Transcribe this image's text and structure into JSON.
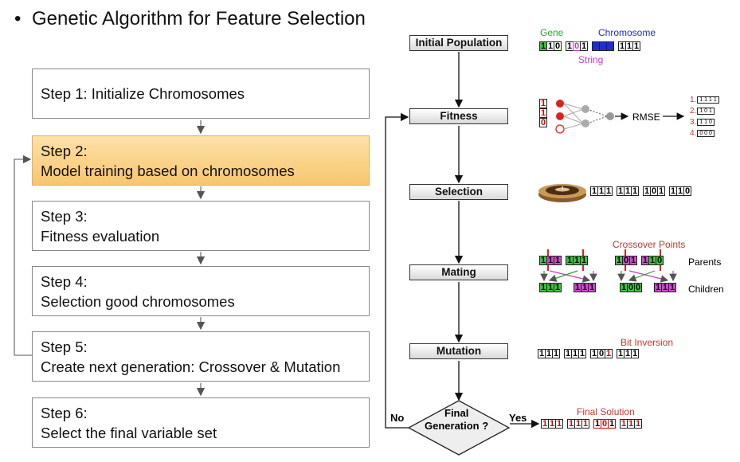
{
  "title": "Genetic Algorithm for Feature Selection",
  "bullet": "•",
  "steps": [
    {
      "line1": "Step 1: Initialize Chromosomes",
      "line2": ""
    },
    {
      "line1": "Step 2:",
      "line2": "Model training based on chromosomes"
    },
    {
      "line1": "Step 3:",
      "line2": "Fitness evaluation"
    },
    {
      "line1": "Step 4:",
      "line2": "Selection good chromosomes"
    },
    {
      "line1": "Step 5:",
      "line2": "Create next generation: Crossover & Mutation"
    },
    {
      "line1": "Step 6:",
      "line2": "Select the final variable set"
    }
  ],
  "flow": {
    "initial": "Initial Population",
    "fitness": "Fitness",
    "selection": "Selection",
    "mating": "Mating",
    "mutation": "Mutation",
    "decision_l1": "Final",
    "decision_l2": "Generation ?",
    "no": "No",
    "yes": "Yes"
  },
  "labels": {
    "gene": "Gene",
    "chromosome": "Chromosome",
    "string": "String",
    "rmse": "RMSE",
    "crossover_points": "Crossover Points",
    "parents": "Parents",
    "children": "Children",
    "bit_inversion": "Bit Inversion",
    "final_solution": "Final Solution"
  },
  "fitness_inputs": [
    "1",
    "1",
    "0"
  ],
  "ranking": [
    {
      "rank": "1.",
      "bits": "1 1 1 1"
    },
    {
      "rank": "2.",
      "bits": "1 0 1"
    },
    {
      "rank": "3.",
      "bits": "1 1 0"
    },
    {
      "rank": "4.",
      "bits": "0 0 0"
    }
  ],
  "chromosomes_initial": [
    "110",
    "101",
    "000",
    "111"
  ],
  "chromosomes_selection": [
    "111",
    "111",
    "101",
    "110"
  ],
  "parents": [
    "111",
    "111",
    "101",
    "110"
  ],
  "children": [
    "111",
    "111",
    "100",
    "111"
  ],
  "mutation": [
    "111",
    "111",
    "101",
    "111"
  ],
  "final": [
    "111",
    "111",
    "101",
    "111"
  ],
  "colors": {
    "highlight": "#f7c66e",
    "gene": "#3cc83c",
    "chromosome": "#1f2fd0",
    "string": "#c040c0",
    "red": "#c0392b",
    "mate_a": "#3cc83c",
    "mate_b": "#d34ad3"
  }
}
